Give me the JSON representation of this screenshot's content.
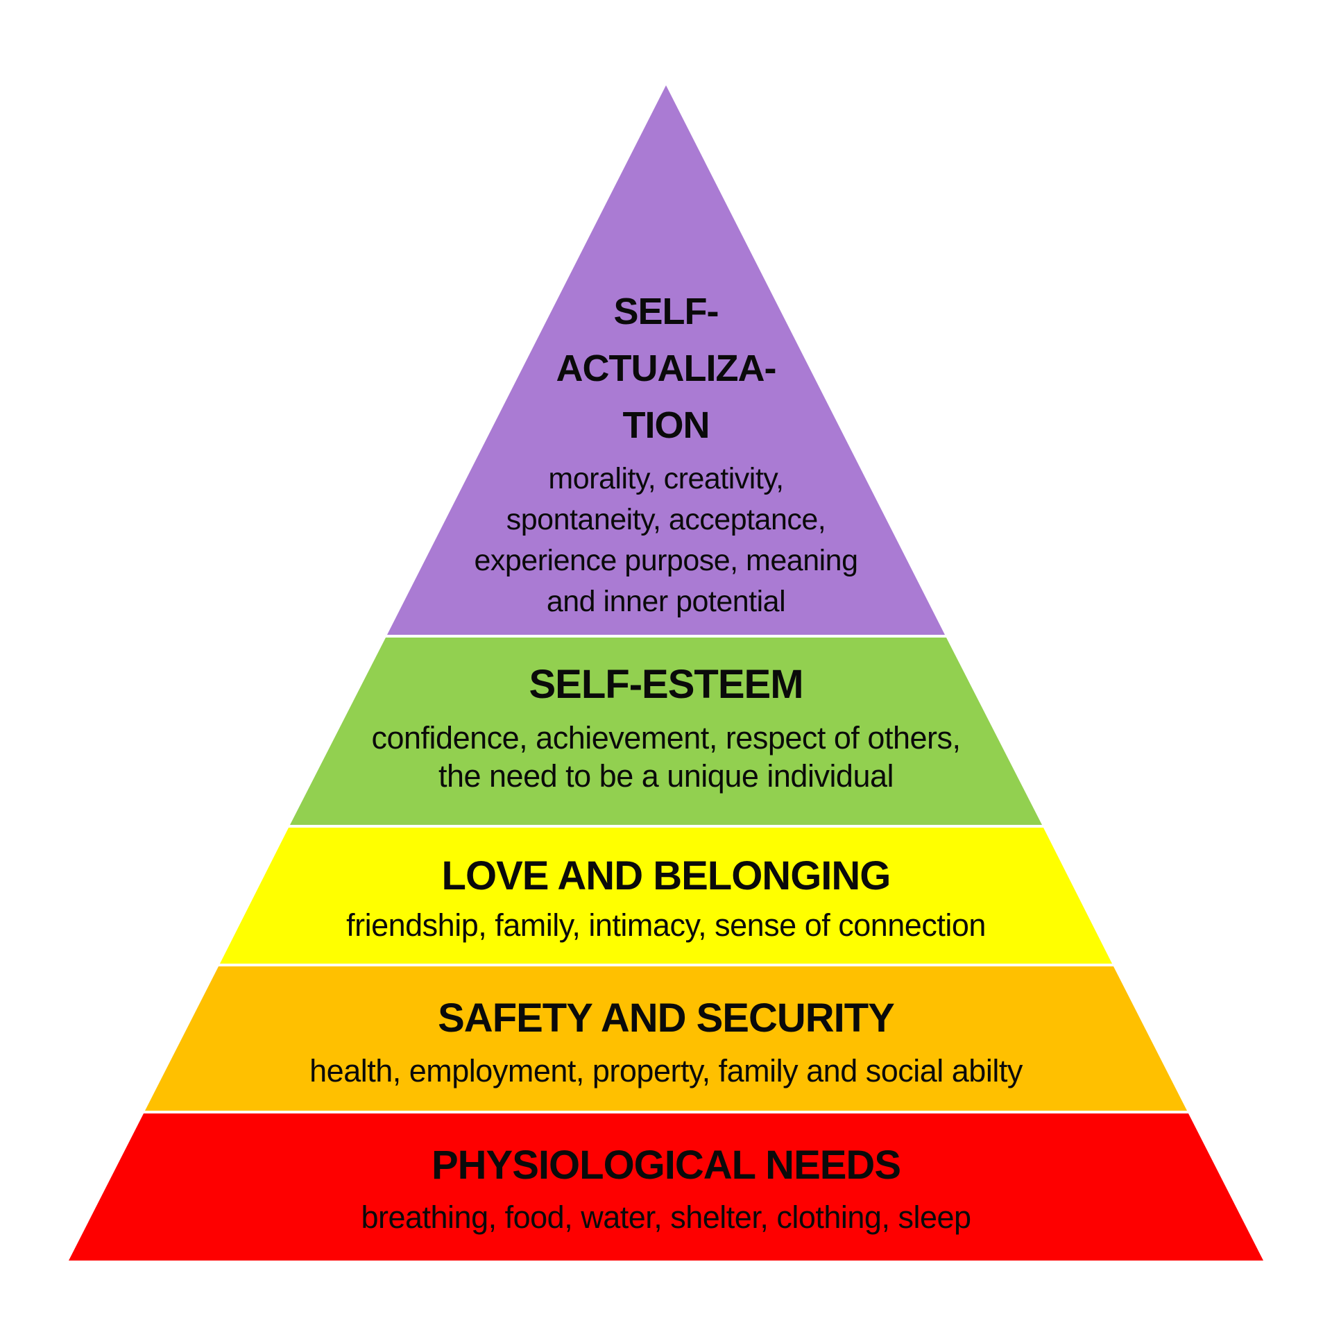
{
  "diagram": {
    "name": "Maslow's hierarchy of needs pyramid",
    "background_color": "#ffffff",
    "text_color": "#0a0a0a",
    "separator_color": "#ffffff",
    "levels": [
      {
        "id": "self-actualization",
        "color": "#AA7BD3",
        "title_lines": [
          "SELF-",
          "ACTUALIZA-",
          "TION"
        ],
        "description_lines": [
          "morality, creativity,",
          "spontaneity, acceptance,",
          "experience purpose, meaning",
          "and inner potential"
        ]
      },
      {
        "id": "self-esteem",
        "color": "#92D050",
        "title_lines": [
          "SELF-ESTEEM"
        ],
        "description_lines": [
          "confidence, achievement, respect of others,",
          "the need to be a unique individual"
        ]
      },
      {
        "id": "love-and-belonging",
        "color": "#FFFF00",
        "title_lines": [
          "LOVE AND BELONGING"
        ],
        "description_lines": [
          "friendship, family, intimacy, sense of connection"
        ]
      },
      {
        "id": "safety-and-security",
        "color": "#FFC000",
        "title_lines": [
          "SAFETY AND SECURITY"
        ],
        "description_lines": [
          "health, employment, property, family and social abilty"
        ]
      },
      {
        "id": "physiological-needs",
        "color": "#FE0000",
        "title_lines": [
          "PHYSIOLOGICAL NEEDS"
        ],
        "description_lines": [
          "breathing, food, water, shelter, clothing, sleep"
        ]
      }
    ]
  }
}
